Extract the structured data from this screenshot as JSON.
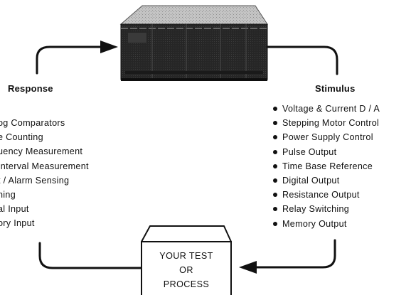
{
  "response": {
    "title": "Response",
    "items": [
      "og Comparators",
      "e Counting",
      "uency Measurement",
      " Interval Measurement",
      "t / Alarm Sensing",
      "ning",
      "al Input",
      "ory Input"
    ]
  },
  "stimulus": {
    "title": "Stimulus",
    "items": [
      "Voltage & Current D / A",
      "Stepping Motor Control",
      "Power Supply Control",
      "Pulse Output",
      "Time Base Reference",
      "Digital Output",
      "Resistance Output",
      "Relay Switching",
      "Memory Output"
    ]
  },
  "process_box": {
    "lines": [
      "YOUR TEST",
      "OR",
      "PROCESS"
    ]
  },
  "colors": {
    "ink": "#111111",
    "device_dark": "#2a2a2a",
    "device_top": "#bdbdbd"
  },
  "icons": {
    "device": "instrument-chassis-icon"
  }
}
